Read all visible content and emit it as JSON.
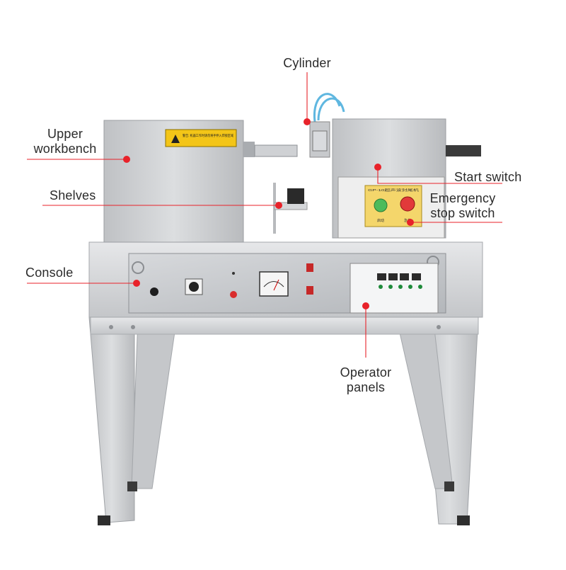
{
  "accent_color": "#e8222a",
  "labels": {
    "cylinder": "Cylinder",
    "upper_workbench": [
      "Upper",
      "workbench"
    ],
    "shelves": "Shelves",
    "console": "Console",
    "start_switch": "Start switch",
    "emergency_stop": [
      "Emergency",
      "stop switch"
    ],
    "operator_panels": [
      "Operator",
      "panels"
    ]
  },
  "machine_text": {
    "warning_sign": "警告: 机器工作时请勿将手伸入焊接区域",
    "panel_model": "GP-10超声波封尾机",
    "switch_green": "启动",
    "switch_red": "急停"
  }
}
